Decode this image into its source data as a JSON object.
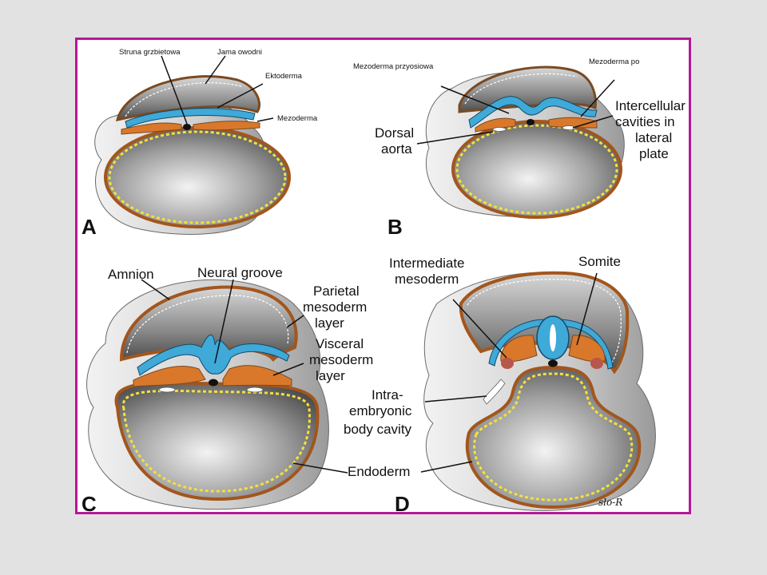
{
  "colors": {
    "slide_background": "#e2e2e2",
    "frame_border": "#b5189a",
    "ectoderm": "#3fa9d8",
    "mesoderm": "#d9782b",
    "endoderm_dots": "#f2e13c",
    "yolk_sac": "#6f6f6f"
  },
  "panels": {
    "A": {
      "letter": "A",
      "labels": {
        "notochord": "Struna grzbietowa",
        "amniotic_cavity": "Jama owodni",
        "ectoderm": "Ektoderma",
        "mesoderm": "Mezoderma"
      }
    },
    "B": {
      "letter": "B",
      "labels": {
        "paraxial": "Mezoderma przyosiowa",
        "mezoderma_po": "Mezoderma po",
        "intercellular": [
          "Intercellular",
          "cavities in",
          "lateral",
          "plate"
        ],
        "dorsal_aorta": [
          "Dorsal",
          "aorta"
        ]
      }
    },
    "C": {
      "letter": "C",
      "labels": {
        "amnion": "Amnion",
        "neural_groove": "Neural groove",
        "parietal": [
          "Parietal",
          "mesoderm",
          "layer"
        ],
        "visceral": [
          "Visceral",
          "mesoderm",
          "layer"
        ]
      }
    },
    "D": {
      "letter": "D",
      "labels": {
        "intermediate": [
          "Intermediate",
          "mesoderm"
        ],
        "somite": "Somite",
        "body_cavity": [
          "Intra-",
          "embryonic",
          "body cavity"
        ],
        "endoderm": "Endoderm"
      },
      "signature": "slo-R"
    }
  }
}
